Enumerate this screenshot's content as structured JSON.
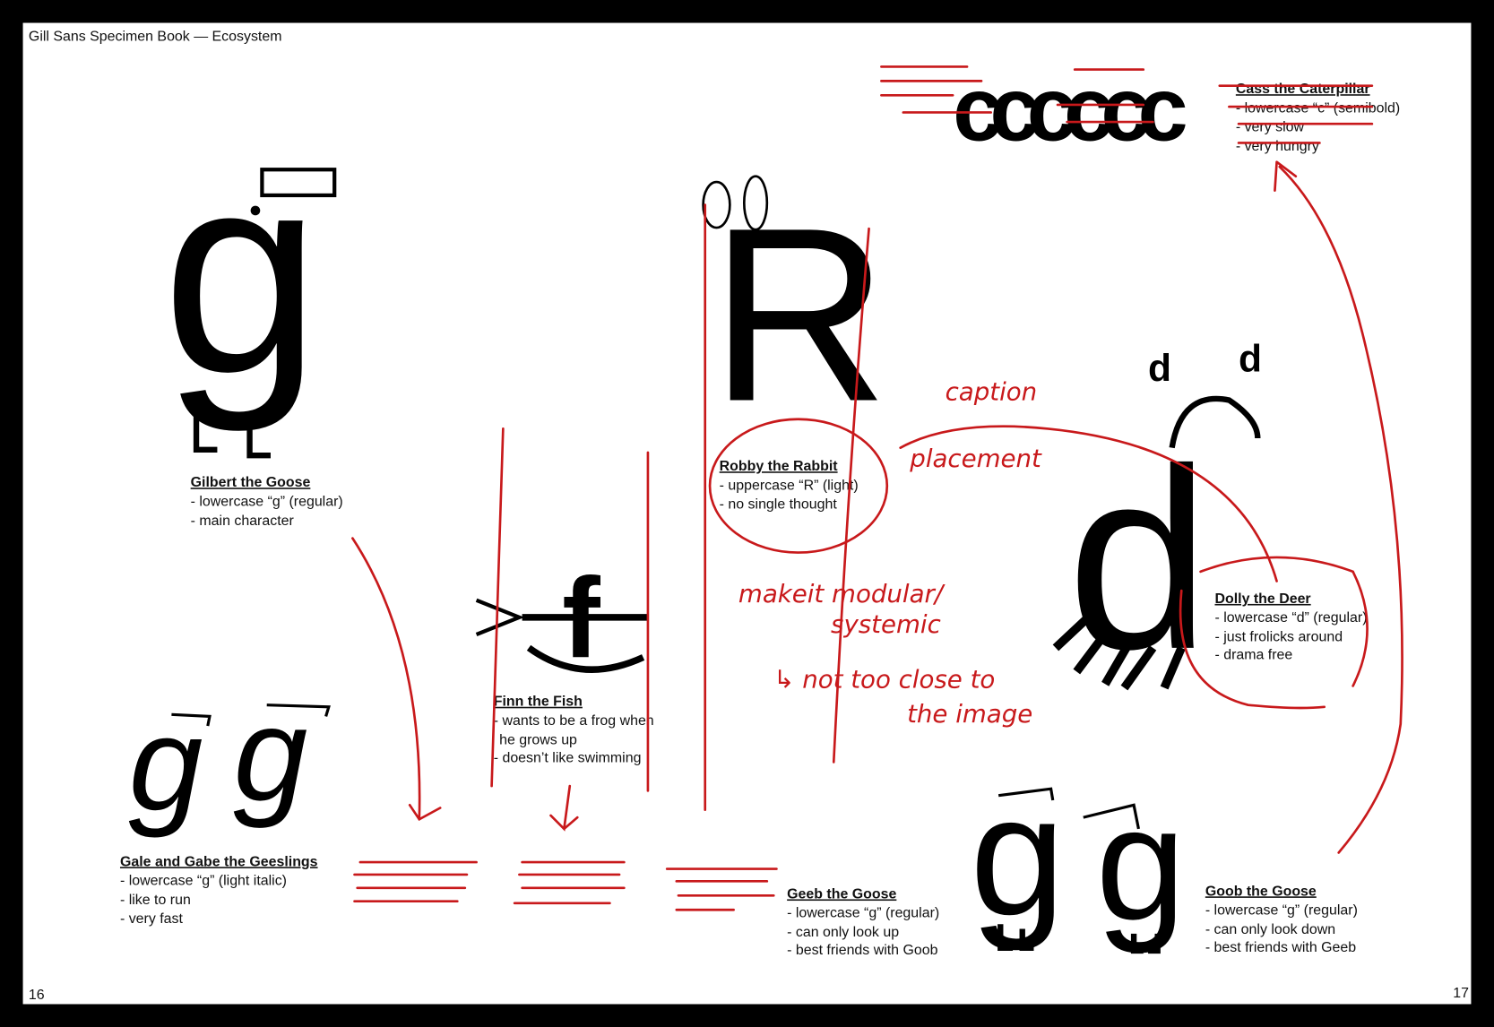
{
  "header": {
    "title": "Gill Sans Specimen Book — Ecosystem"
  },
  "page_numbers": {
    "left": "16",
    "right": "17"
  },
  "characters": [
    {
      "name": "Gilbert the Goose",
      "lines": [
        "- lowercase “g” (regular)",
        "- main character"
      ],
      "glyph": "g"
    },
    {
      "name": "Gale and Gabe the Geeslings",
      "lines": [
        "- lowercase “g” (light italic)",
        "- like to run",
        "- very fast"
      ],
      "glyph": "g"
    },
    {
      "name": "Finn the Fish",
      "lines": [
        "- wants to be a frog when",
        "he grows up",
        "- doesn’t like swimming"
      ],
      "glyph": "f"
    },
    {
      "name": "Robby the Rabbit",
      "lines": [
        "- uppercase “R” (light)",
        "- no single thought"
      ],
      "glyph": "R"
    },
    {
      "name": "Cass the Caterpillar",
      "lines": [
        "- lowercase “c” (semibold)",
        "- very slow",
        "- very hungry"
      ],
      "glyph": "cccccc"
    },
    {
      "name": "Dolly the Deer",
      "lines": [
        "- lowercase “d” (regular)",
        "- just frolicks around",
        "- drama free"
      ],
      "glyph": "d"
    },
    {
      "name": "Geeb the Goose",
      "lines": [
        "- lowercase “g” (regular)",
        "- can only look up",
        "- best friends with Goob"
      ],
      "glyph": "g"
    },
    {
      "name": "Goob the Goose",
      "lines": [
        "- lowercase “g” (regular)",
        "- can only look down",
        "- best friends with Geeb"
      ],
      "glyph": "g"
    }
  ],
  "annotations": {
    "caption": "caption",
    "placement": "placement",
    "modular": "makeit modular/",
    "systemic": "systemic",
    "notclose": "↳ not too close to",
    "image": "the image"
  },
  "colors": {
    "ink": "#c8191b",
    "frame": "#000000",
    "page": "#ffffff"
  }
}
